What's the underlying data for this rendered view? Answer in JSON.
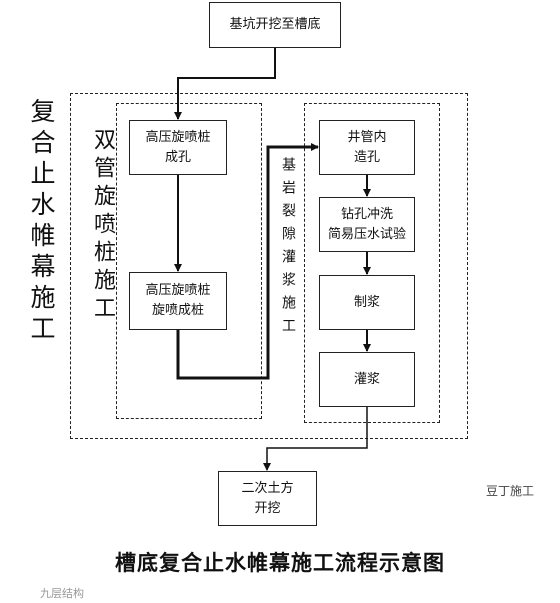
{
  "boxes": {
    "top": "基坑开挖至槽底",
    "hp1": "高压旋喷桩\n成孔",
    "hp2": "高压旋喷桩\n旋喷成桩",
    "hole": "井管内\n造孔",
    "flush": "钻孔冲洗\n简易压水试验",
    "mix": "制浆",
    "grout": "灌浆",
    "earth": "二次土方\n开挖"
  },
  "labels": {
    "outer": "复合止水帷幕施工",
    "double_pipe": "双管旋喷桩施工",
    "bedrock": "基岩裂隙灌浆施工"
  },
  "caption": "槽底复合止水帷幕施工流程示意图",
  "watermarks": {
    "left": "九层结构",
    "right": "豆丁施工"
  }
}
